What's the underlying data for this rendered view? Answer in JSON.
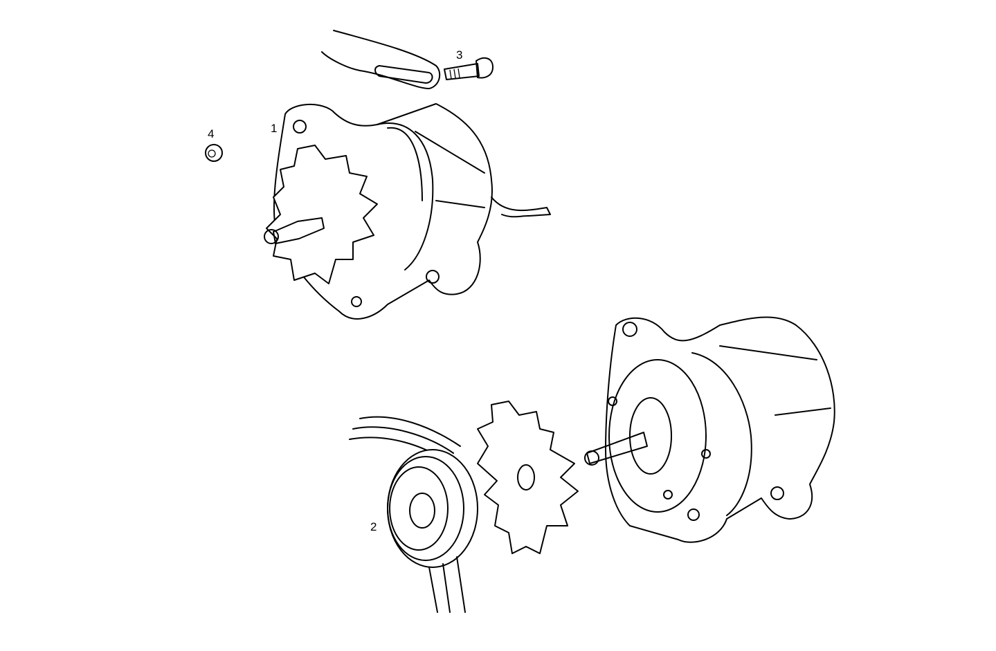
{
  "diagram": {
    "type": "exploded parts diagram",
    "subject": "alternator assembly",
    "callouts": [
      {
        "id": "1",
        "label": "1",
        "part": "alternator"
      },
      {
        "id": "2",
        "label": "2",
        "part": "pulley with belt"
      },
      {
        "id": "3",
        "label": "3",
        "part": "bolt"
      },
      {
        "id": "4",
        "label": "4",
        "part": "nut"
      }
    ],
    "components": [
      "mounting bracket",
      "bolt",
      "nut",
      "alternator (assembled)",
      "fan",
      "pulley",
      "drive belt",
      "alternator body (exploded)"
    ],
    "colors": {
      "line": "#000000",
      "background": "#ffffff"
    }
  }
}
